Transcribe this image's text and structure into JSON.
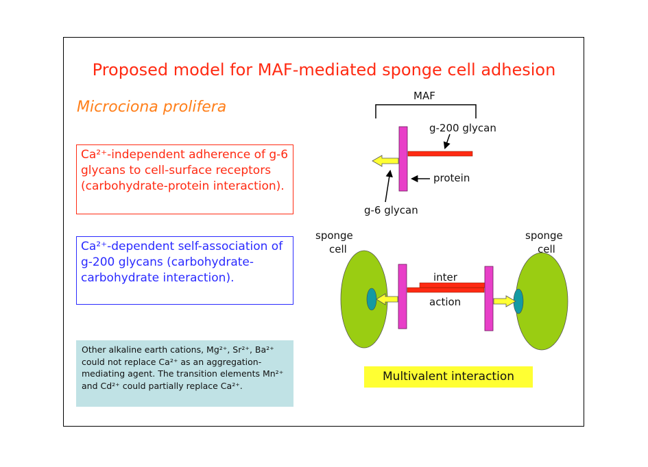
{
  "title": "Proposed model for MAF-mediated sponge cell adhesion",
  "species": "Microciona prolifera",
  "box_red": "Ca²⁺-independent adherence of g-6 glycans to cell-surface receptors (carbohydrate-protein interaction).",
  "box_blue": "Ca²⁺-dependent self-association of g-200 glycans (carbohydrate-carbohydrate interaction).",
  "box_note": "Other alkaline earth cations, Mg²⁺, Sr²⁺, Ba²⁺ could not replace Ca²⁺ as an aggregation-mediating agent. The transition elements Mn²⁺ and Cd²⁺ could partially replace Ca²⁺.",
  "box_yellow": "Multivalent interaction",
  "labels": {
    "maf": "MAF",
    "g200": "g-200 glycan",
    "protein": "protein",
    "g6": "g-6 glycan",
    "sponge_left_1": "sponge",
    "sponge_left_2": "cell",
    "sponge_right_1": "sponge",
    "sponge_right_2": "cell",
    "inter": "inter",
    "action": "action"
  },
  "colors": {
    "title": "#ff2a12",
    "species": "#ff7f1a",
    "protein_bar": "#e83fc8",
    "glycan_bar": "#ff2a12",
    "arrow_yellow": "#ffff33",
    "cell": "#9acd12",
    "receptor": "#139aa3"
  }
}
